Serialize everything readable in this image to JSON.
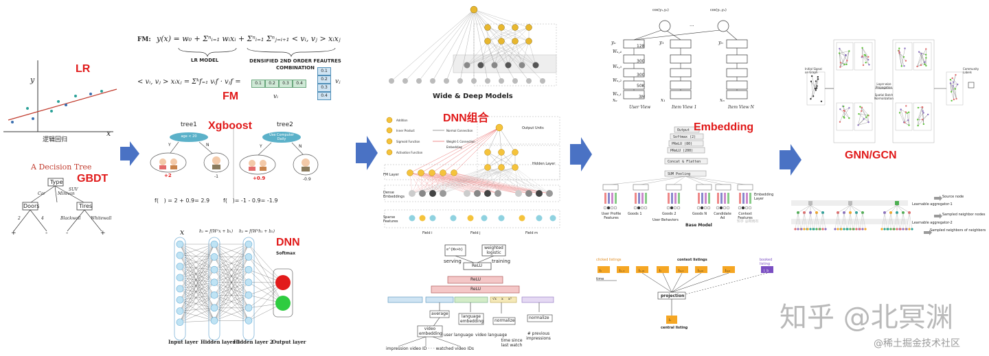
{
  "titles": {
    "lr": "LR",
    "gbdt": "GBDT",
    "fm": "FM",
    "xgboost": "Xgboost",
    "dnn": "DNN",
    "dnn_combo": "DNN组合",
    "embedding": "Embedding",
    "gnn": "GNN/GCN"
  },
  "lr": {
    "ylabel": "y",
    "xlabel": "x",
    "caption": "逻辑回归"
  },
  "tree": {
    "heading": "A Decision Tree",
    "root": "Type",
    "left": "Doors",
    "right": "Tires",
    "edges": [
      "Car",
      "Minivan",
      "SUV",
      "2",
      "4",
      "Blackwall",
      "Whitewall"
    ],
    "leaves": [
      "+",
      "-",
      "-",
      "+"
    ]
  },
  "fm": {
    "prefix": "FM:",
    "eq1": "y(x) = w₀ + Σⁿᵢ₌₁ wᵢxᵢ + Σⁿᵢ₌₁ Σⁿⱼ₌ᵢ₊₁ < vᵢ, vⱼ > xᵢxⱼ",
    "lr_model": "LR Model",
    "densified": "Densified 2nd Order Feautres Combination",
    "eq2": "< vᵢ, vⱼ > xᵢxⱼ = Σᵏf₌₁ vᵢf · vⱼf =",
    "vi_values": [
      "0.1",
      "0.2",
      "0.3",
      "0.4"
    ],
    "vj_values": [
      "0.1",
      "0.2",
      "0.3",
      "0.4"
    ],
    "vi_label": "vᵢ",
    "vj_label": "vⱼ"
  },
  "xgb": {
    "tree1": "tree1",
    "tree2": "tree2",
    "node1": "age < 20",
    "node2": "Use Computer Daily",
    "y": "Y",
    "n": "N",
    "score1": "+2",
    "score2": "-1",
    "score3": "+0.9",
    "score4": "-0.9",
    "eq_left": "f(   ) = 2 + 0.9= 2.9",
    "eq_right": "f(   )= -1 - 0.9= -1.9"
  },
  "dnn": {
    "x": "x",
    "h1": "h₁ = f(W¹x + b₁)",
    "h2": "h₂ = f(W²h₁ + b₂)",
    "softmax": "Softmax",
    "layers": [
      "Input layer",
      "Hidden layer 1",
      "Hidden layer 2",
      "Output layer"
    ]
  },
  "wide_deep": {
    "caption": "Wide & Deep Models"
  },
  "dnn_combo_diagram": {
    "legend": [
      "Addition",
      "Inner Product",
      "Sigmoid Function",
      "Activation Function",
      "Normal Connection",
      "Weight-1 Connection",
      "Embedding"
    ],
    "output": "Output Units",
    "hidden": "Hidden Layer",
    "fm_layer": "FM Layer",
    "dense": "Dense Embeddings",
    "sparse": "Sparse Features",
    "fields": [
      "Field i",
      "Field j",
      "Field m"
    ]
  },
  "youtube": {
    "top_left": "e^{Wx+b}",
    "top_right": "weighted logistic",
    "serving": "serving",
    "training": "training",
    "relu": [
      "ReLU",
      "ReLU",
      "ReLU"
    ],
    "average": "average",
    "video_embedding": "video embedding",
    "language_embedding": "language embedding",
    "normalize1": "normalize",
    "normalize2": "normalize",
    "user_language": "user language",
    "video_language": "video language",
    "time_since": "time since last watch",
    "previous": "# previous impressions",
    "bottom": "impression video ID · · · watched video IDs",
    "x_terms": [
      "√x",
      "x",
      "x²"
    ]
  },
  "youtube2": {
    "cos_left": "cos(y₁,y₂)",
    "cos_right": "cos(yₙ,y₂)",
    "dots": "...",
    "y_labels": [
      "yᵤ",
      "y₁",
      "yₙ"
    ],
    "w_labels": [
      "Wᵤ,₄",
      "Wᵤ,₃",
      "Wᵤ,₂",
      "Wᵤ,₁"
    ],
    "boxes": [
      "128",
      "300",
      "300",
      "50K",
      "3M"
    ],
    "views": [
      "User View",
      "Item View 1",
      "Item View N"
    ],
    "xlabels": [
      "xᵤ",
      "x₁",
      "xₙ"
    ]
  },
  "din": {
    "layers": [
      "Output",
      "Softmax (2)",
      "PReLU (80)",
      "PReLU (200)",
      "Concat & Flatten",
      "SUM Pooling"
    ],
    "concat": "Concat",
    "embedding_layer": "Embedding Layer",
    "groups": [
      "User Profile Features",
      "Goods 1",
      "Goods 2",
      "Goods N",
      "Candidate Ad",
      "Context Features"
    ],
    "user_behaviors": "User Behaviors",
    "base_model": "Base Model",
    "watermark": "知乎 @朔雨石"
  },
  "listing": {
    "clicked": "clicked listings",
    "context": "context listings",
    "booked": "booked listing",
    "time": "time",
    "projection": "projection",
    "central": "central listing",
    "cells": [
      "lᵢ",
      "lᵢ₋₁",
      "lᵢ₋ₘ",
      "lᵢ",
      "lᵢ₊₁",
      "lᵢ₊ₘ",
      "lᵢ₊ₙ",
      "l_b"
    ],
    "center": "lₜ"
  },
  "gnn_diagram": {
    "left_label": "Initial Signal on Graph",
    "mid_label1": "Layer-wise Propagation",
    "mid_label2": "Spatial Batch Normalization",
    "right_label": "Community Labels",
    "legend": [
      "Source node",
      "Learnable aggregator-1",
      "Sampled neighbor nodes",
      "Learnable aggregator-2",
      "Sampled neighbors of neighbors"
    ]
  },
  "watermark": {
    "main": "知乎 @北冥渊",
    "sub": "@稀土掘金技术社区"
  },
  "colors": {
    "title_red": "#e01919",
    "arrow_blue": "#4a72c4",
    "neuron_blue": "#9fd3ec",
    "orange": "#f5a623",
    "purple": "#7a4ec2"
  }
}
